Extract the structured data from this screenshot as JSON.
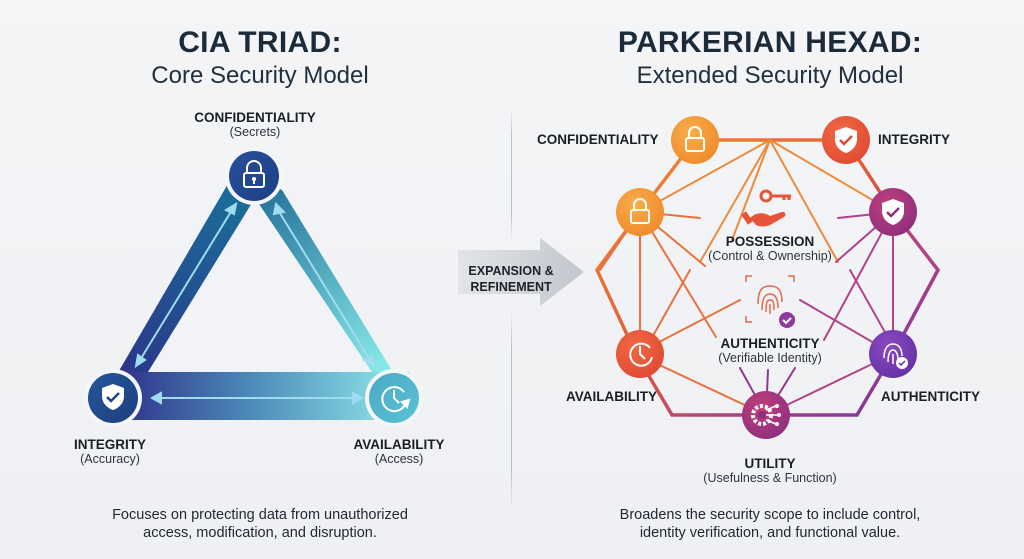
{
  "left_panel": {
    "title": "CIA TRIAD:",
    "subtitle": "Core Security Model",
    "nodes": [
      {
        "label": "CONFIDENTIALITY",
        "sub": "(Secrets)",
        "icon": "lock-icon"
      },
      {
        "label": "INTEGRITY",
        "sub": "(Accuracy)",
        "icon": "shield-check-icon"
      },
      {
        "label": "AVAILABILITY",
        "sub": "(Access)",
        "icon": "clock-refresh-icon"
      }
    ],
    "description_line1": "Focuses on protecting data from unauthorized",
    "description_line2": "access, modification, and disruption.",
    "colors": {
      "dark": "#2e2f86",
      "mid": "#1c6e9a",
      "light": "#7fe3e6"
    }
  },
  "transition": {
    "line1": "EXPANSION &",
    "line2": "REFINEMENT"
  },
  "right_panel": {
    "title": "PARKERIAN HEXAD:",
    "subtitle": "Extended Security Model",
    "outer_labels": {
      "confidentiality": "CONFIDENTIALITY",
      "integrity": "INTEGRITY",
      "availability": "AVAILABILITY",
      "authenticity": "AUTHENTICITY",
      "utility": "UTILITY",
      "utility_sub": "(Usefulness & Function)"
    },
    "center_items": [
      {
        "label": "POSSESSION",
        "sub": "(Control & Ownership)",
        "icon": "key-hand-icon"
      },
      {
        "label": "AUTHENTICITY",
        "sub": "(Verifiable Identity)",
        "icon": "fingerprint-check-icon"
      }
    ],
    "description_line1": "Broadens the security scope to include control,",
    "description_line2": "identity verification, and functional value.",
    "colors": {
      "orange": "#f39a34",
      "red": "#e8543a",
      "magenta": "#a03a8c",
      "purple": "#6a3aa8"
    }
  }
}
